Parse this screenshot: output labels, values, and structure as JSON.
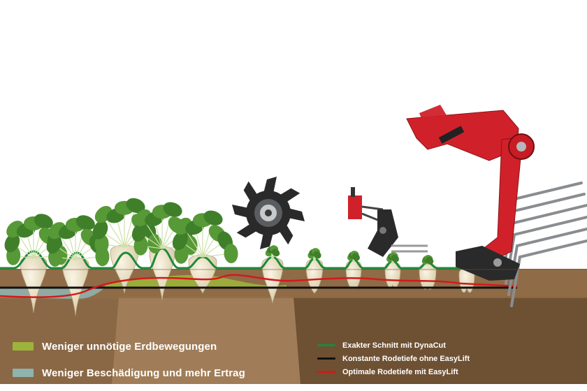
{
  "legend_areas": [
    {
      "label": "Weniger unnötige Erdbewegungen",
      "color": "#9db43a"
    },
    {
      "label": "Weniger Beschädigung und mehr Ertrag",
      "color": "#8fb3ad"
    }
  ],
  "legend_lines": [
    {
      "label": "Exakter Schnitt mit DynaCut",
      "color": "#1e8a3a"
    },
    {
      "label": "Konstante Rodetiefe ohne EasyLift",
      "color": "#111111"
    },
    {
      "label": "Optimale Rodetiefe mit EasyLift",
      "color": "#d11a1a"
    }
  ],
  "colors": {
    "soil_top": "#8d6a48",
    "soil_mid": "#745433",
    "soil_dark": "#5e4328",
    "machine_red": "#d0212a",
    "leaf": "#3f7f2a",
    "beet": "#efe6cf",
    "tine": "#8a8d90"
  },
  "icons": [
    "sugar-beet-icon",
    "dynacut-rotor-icon",
    "topper-unit-icon",
    "easylift-share-icon"
  ]
}
